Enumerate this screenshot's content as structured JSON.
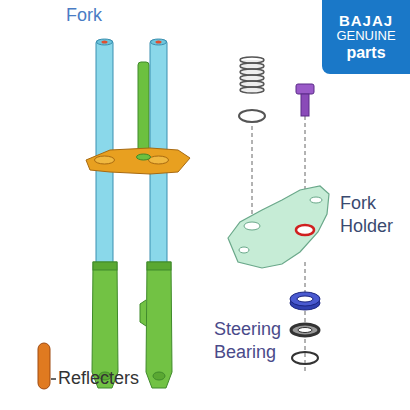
{
  "diagram": {
    "nodes": [
      {
        "text": [
          "BAJAJ",
          "GENUINE",
          "parts"
        ]
      }
    ],
    "labels": [
      "Fork",
      "Fork Holder",
      "Steering Bearing",
      "Reflecters"
    ]
  }
}
